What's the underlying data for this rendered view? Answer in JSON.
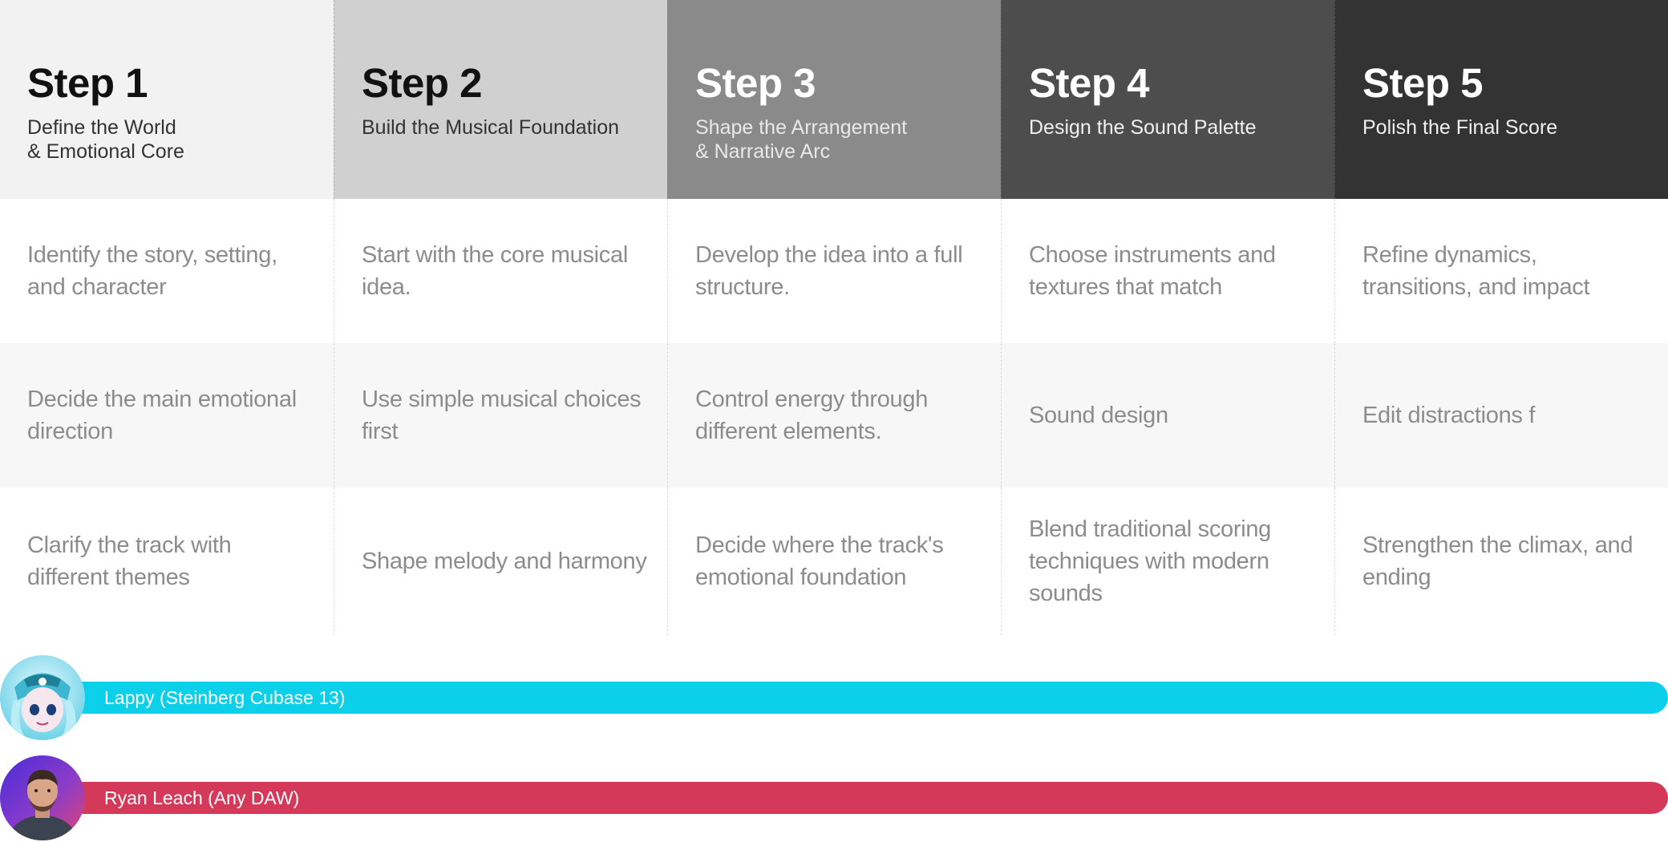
{
  "steps": [
    {
      "title": "Step 1",
      "subtitle": "Define the World\n& Emotional Core",
      "rows": [
        "Identify the story, setting, and character",
        "Decide the main emotional direction",
        "Clarify the track with different themes"
      ]
    },
    {
      "title": "Step 2",
      "subtitle": "Build the Musical Foundation",
      "rows": [
        "Start with the core musical idea.",
        "Use simple musical choices first",
        "Shape melody and harmony"
      ]
    },
    {
      "title": "Step 3",
      "subtitle": "Shape the Arrangement\n& Narrative Arc",
      "rows": [
        "Develop the idea into a full structure.",
        "Control energy through different elements.",
        "Decide where the track's emotional foundation"
      ]
    },
    {
      "title": "Step 4",
      "subtitle": "Design the Sound Palette",
      "rows": [
        "Choose instruments and textures that match",
        "Sound design",
        "Blend traditional scoring techniques with modern sounds"
      ]
    },
    {
      "title": "Step 5",
      "subtitle": "Polish the Final Score",
      "rows": [
        "Refine dynamics, transitions, and impact",
        "Edit distractions f",
        "Strengthen the climax, and ending"
      ]
    }
  ],
  "tracks": [
    {
      "label": "Lappy  (Steinberg Cubase 13)",
      "color": "#0ccfea",
      "avatar": "anime-character-avatar"
    },
    {
      "label": "Ryan Leach (Any DAW)",
      "color": "#d5395a",
      "avatar": "person-photo-avatar"
    }
  ]
}
